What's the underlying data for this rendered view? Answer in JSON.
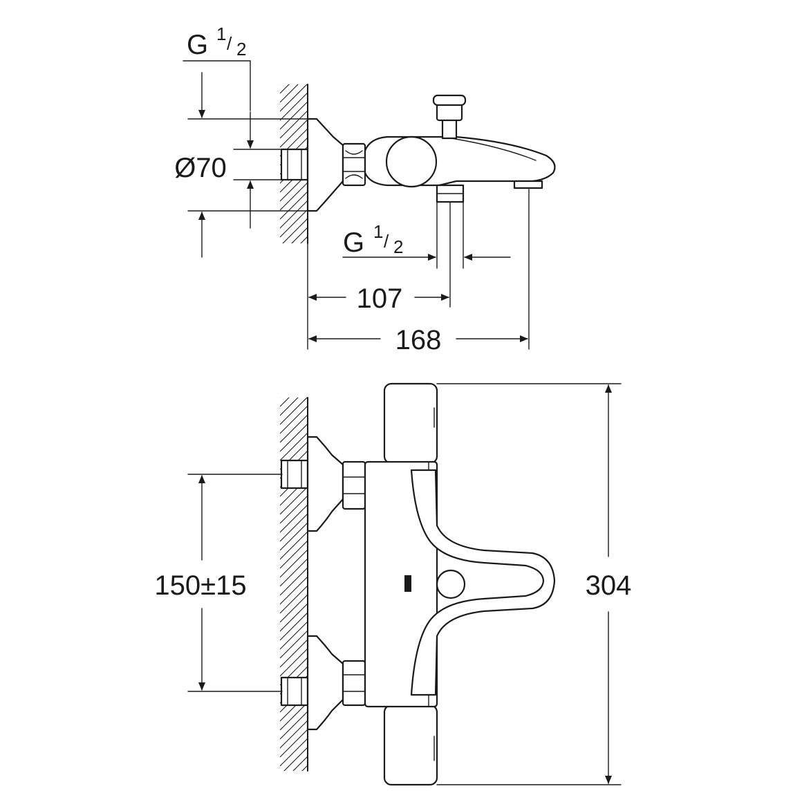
{
  "side_view": {
    "thread_top": {
      "base": "G",
      "num": "1",
      "den": "2"
    },
    "diameter": "Ø70",
    "thread_bottom": {
      "base": "G",
      "num": "1",
      "den": "2"
    },
    "dim_spout_outlet": "107",
    "dim_total_depth": "168"
  },
  "front_view": {
    "dim_inlet_spacing": "150±15",
    "dim_height": "304"
  },
  "colors": {
    "line": "#1a1a1a",
    "background": "#ffffff"
  }
}
